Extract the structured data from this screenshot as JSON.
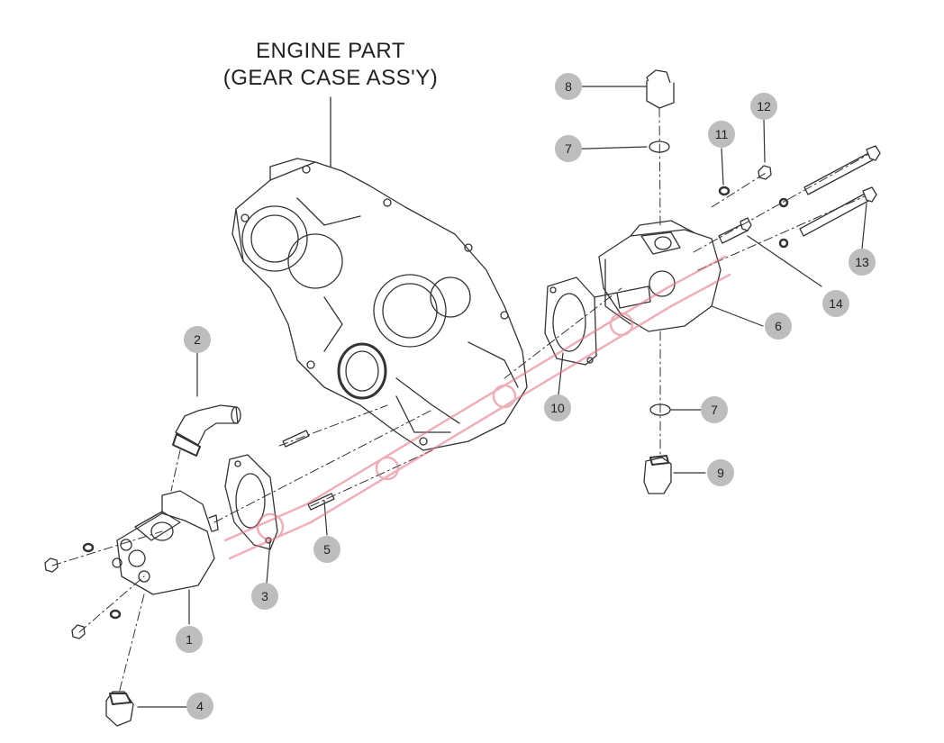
{
  "title": {
    "line1": "ENGINE PART",
    "line2": "(GEAR CASE ASS'Y)"
  },
  "callouts": [
    "1",
    "2",
    "3",
    "4",
    "5",
    "6",
    "7",
    "7",
    "8",
    "9",
    "10",
    "11",
    "12",
    "13",
    "14"
  ],
  "colors": {
    "line": "#333333",
    "callout_fill": "#bdbdbd",
    "watermark": "#e07080"
  }
}
